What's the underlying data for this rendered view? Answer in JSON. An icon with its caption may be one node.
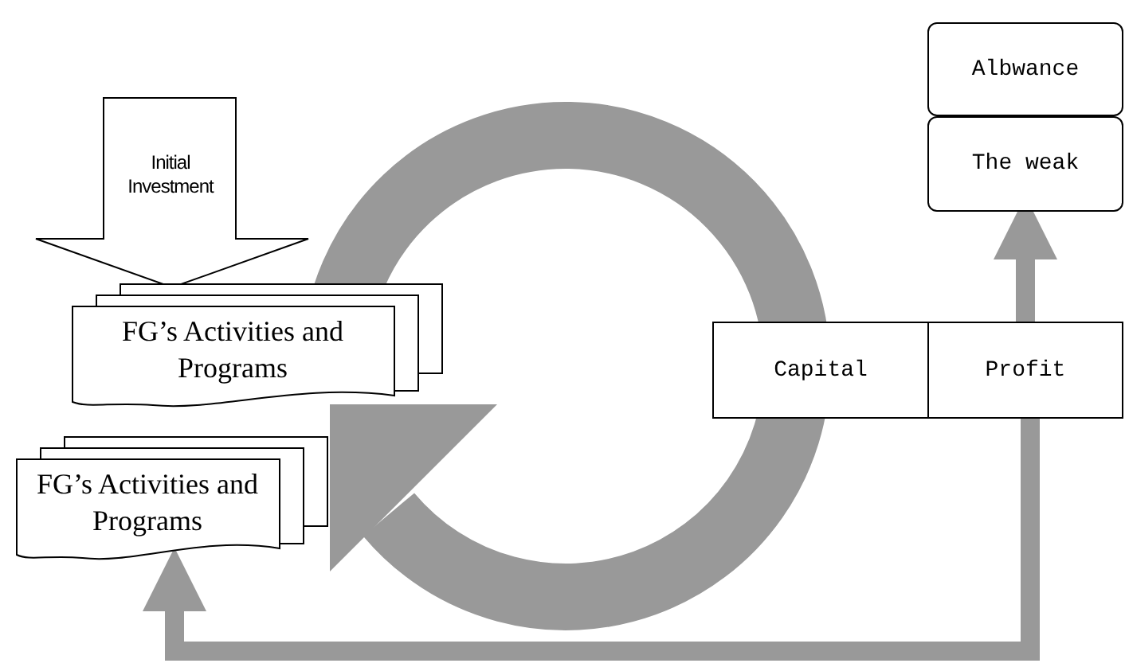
{
  "diagram": {
    "nodes": [
      {
        "text": [
          "Initial Investment"
        ]
      },
      {
        "text": [
          "FG’s Activities and Programs"
        ]
      },
      {
        "text": [
          "FG’s Activities and Programs"
        ]
      },
      {
        "text": [
          "Capital"
        ]
      },
      {
        "text": [
          "Profit"
        ]
      },
      {
        "text": [
          "Albwance"
        ]
      },
      {
        "text": [
          "The weak"
        ]
      }
    ],
    "edges": [
      {
        "from": 4,
        "to": 6,
        "arrow": "to"
      },
      {
        "from": 4,
        "to": 2,
        "arrow": "to"
      }
    ]
  }
}
